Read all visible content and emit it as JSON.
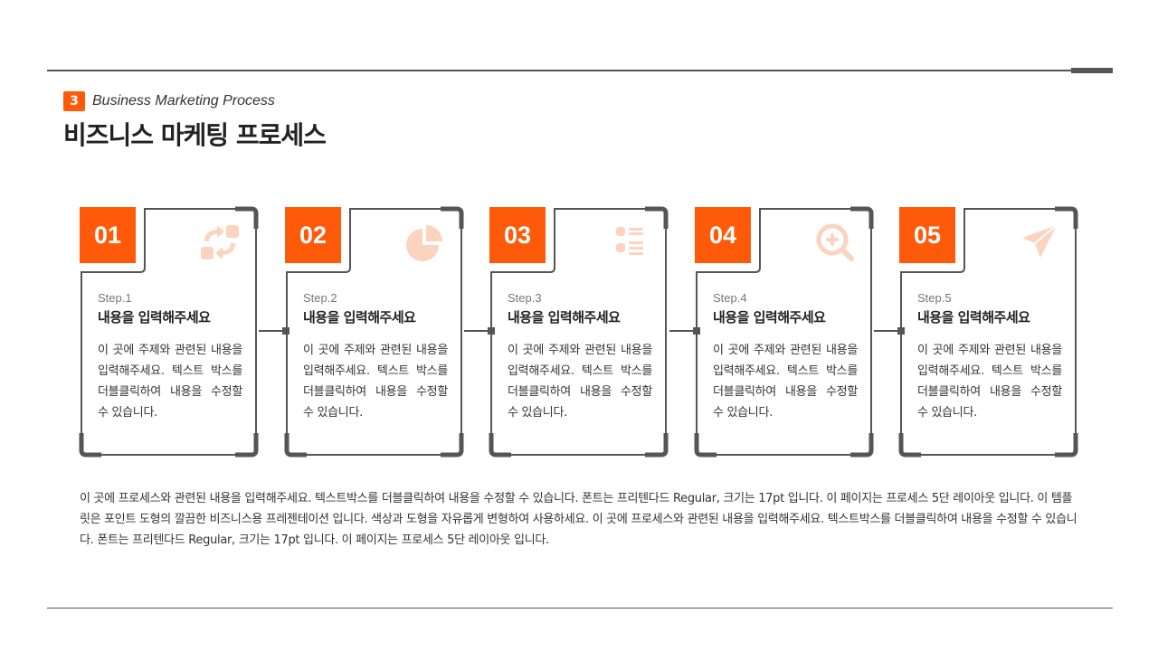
{
  "header": {
    "number": "3",
    "subtitle": "Business Marketing Process",
    "title": "비즈니스 마케팅 프로세스"
  },
  "steps": [
    {
      "number": "01",
      "label": "Step.1",
      "title": "내용을 입력해주세요",
      "body": "이 곳에 주제와 관련된 내용을 입력해주세요. 텍스트 박스를 더블클릭하여 내용을 수정할 수 있습니다.",
      "icon": "cycle-arrows-icon"
    },
    {
      "number": "02",
      "label": "Step.2",
      "title": "내용을 입력해주세요",
      "body": "이 곳에 주제와 관련된 내용을 입력해주세요. 텍스트 박스를 더블클릭하여 내용을 수정할 수 있습니다.",
      "icon": "pie-chart-icon"
    },
    {
      "number": "03",
      "label": "Step.3",
      "title": "내용을 입력해주세요",
      "body": "이 곳에 주제와 관련된 내용을 입력해주세요. 텍스트 박스를 더블클릭하여 내용을 수정할 수 있습니다.",
      "icon": "list-icon"
    },
    {
      "number": "04",
      "label": "Step.4",
      "title": "내용을 입력해주세요",
      "body": "이 곳에 주제와 관련된 내용을 입력해주세요. 텍스트 박스를 더블클릭하여 내용을 수정할 수 있습니다.",
      "icon": "zoom-in-icon"
    },
    {
      "number": "05",
      "label": "Step.5",
      "title": "내용을 입력해주세요",
      "body": "이 곳에 주제와 관련된 내용을 입력해주세요. 텍스트 박스를 더블클릭하여 내용을 수정할 수 있습니다.",
      "icon": "paper-plane-icon"
    }
  ],
  "description": "이 곳에 프로세스와 관련된 내용을 입력해주세요. 텍스트박스를 더블클릭하여 내용을 수정할 수 있습니다. 폰트는 프리텐다드 Regular, 크기는 17pt 입니다. 이 페이지는 프로세스 5단 레이아웃 입니다. 이 템플릿은 포인트 도형의 깔끔한 비즈니스용 프레젠테이션 입니다. 색상과 도형을 자유롭게 변형하여 사용하세요. 이 곳에 프로세스와 관련된 내용을 입력해주세요. 텍스트박스를 더블클릭하여 내용을 수정할 수 있습니다. 폰트는 프리텐다드 Regular, 크기는 17pt 입니다. 이 페이지는 프로세스 5단 레이아웃 입니다.",
  "colors": {
    "accent": "#ff5a0a",
    "icon_tint": "#fcd3bf",
    "frame": "#555555"
  }
}
